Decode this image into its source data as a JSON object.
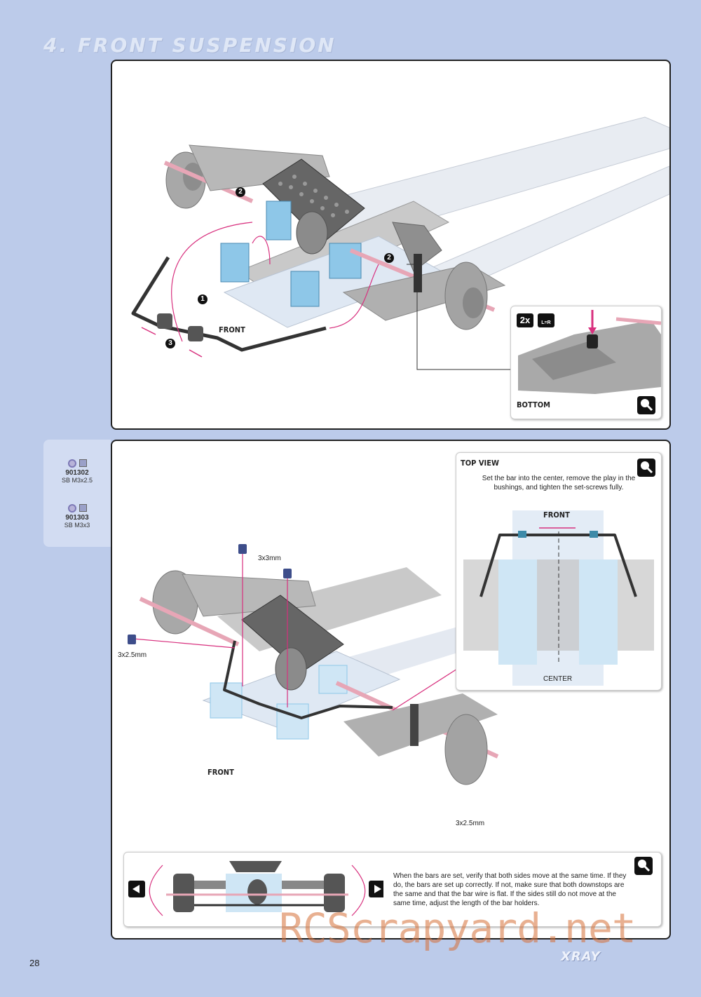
{
  "page": {
    "title": "4. FRONT SUSPENSION",
    "page_number": "28",
    "brand": "XRAY",
    "watermark": "RCScrapyard.net"
  },
  "panel1": {
    "label_front": "FRONT",
    "step_numbers": [
      "2",
      "2",
      "1",
      "3"
    ],
    "inset": {
      "qty": "2x",
      "lr": "L=R",
      "label_bottom": "BOTTOM",
      "detail": "DETAIL"
    }
  },
  "parts": [
    {
      "code": "901302",
      "desc": "SB M3x2.5"
    },
    {
      "code": "901303",
      "desc": "SB M3x3"
    }
  ],
  "panel2": {
    "label_front": "FRONT",
    "labels": {
      "screw_top": "3x3mm",
      "screw_left": "3x2.5mm",
      "screw_bottom": "3x2.5mm"
    },
    "topview": {
      "heading": "TOP VIEW",
      "text": "Set the bar into the center, remove the play in the bushings, and tighten the set-screws fully.",
      "label_front": "FRONT",
      "label_center": "CENTER",
      "detail": "DETAIL"
    },
    "bottom_note": {
      "text": "When the bars are set, verify that both sides move at the same time. If they do, the bars are set up correctly. If not, make sure that both downstops are the same and that the bar wire is flat. If the sides still do not move at the same time, adjust the length of the bar holders.",
      "detail": "DETAIL"
    }
  },
  "colors": {
    "background": "#bccbea",
    "accent_pink": "#d8307e",
    "part_blue": "#8ec7e8"
  }
}
